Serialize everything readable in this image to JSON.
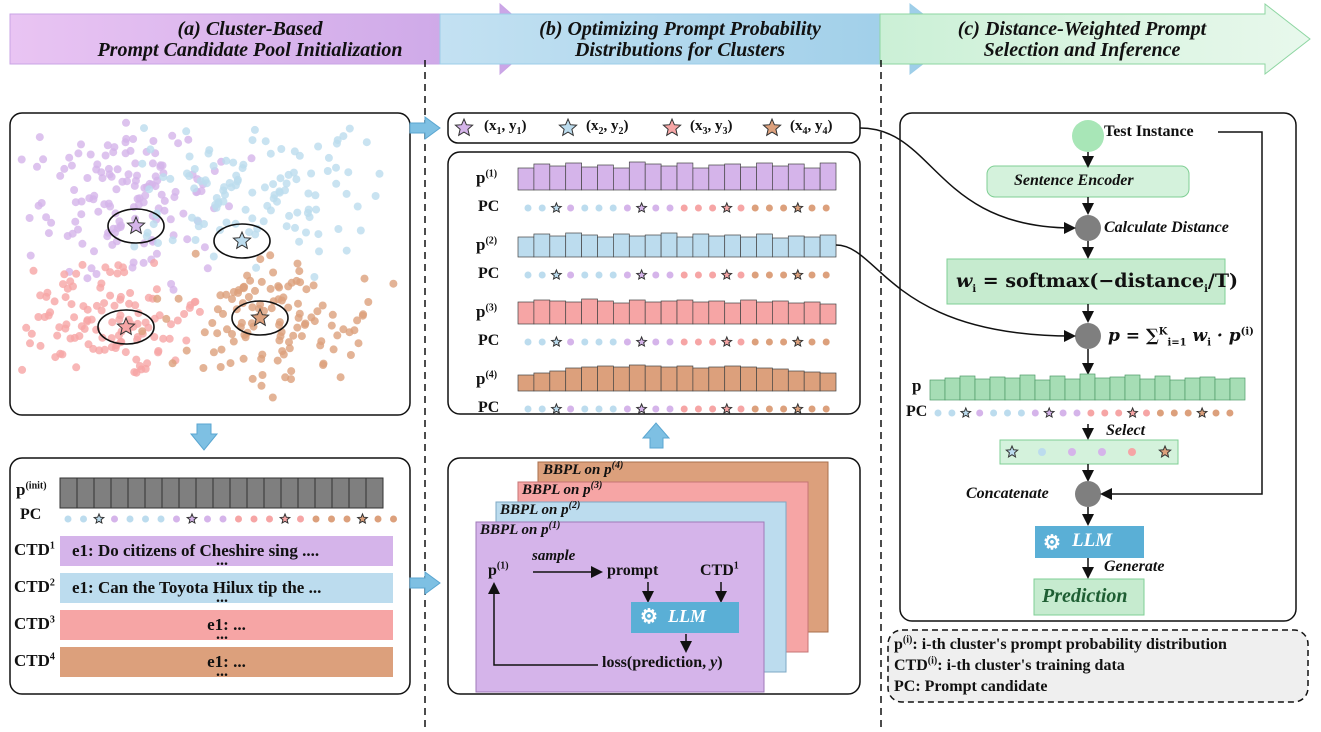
{
  "headers": {
    "a_line1": "(a) Cluster-Based",
    "a_line2": "Prompt Candidate Pool Initialization",
    "b_line1": "(b) Optimizing Prompt Probability",
    "b_line2": "Distributions for Clusters",
    "c_line1": "(c) Distance-Weighted Prompt",
    "c_line2": "Selection and Inference"
  },
  "panel_a": {
    "p_init_label": "p",
    "p_init_sup": "(init)",
    "pc_label": "PC",
    "ctd_label": "CTD",
    "ctd_rows": [
      {
        "sup": "1",
        "text": "e1: Do citizens of Cheshire sing ....",
        "dots": "...",
        "color": "#d5b4ea"
      },
      {
        "sup": "2",
        "text": "e1: Can the Toyota Hilux tip the ...",
        "dots": "...",
        "color": "#bcdcee"
      },
      {
        "sup": "3",
        "text": "e1: ...",
        "dots": "...",
        "color": "#f6a5a5"
      },
      {
        "sup": "4",
        "text": "e1: ...",
        "dots": "...",
        "color": "#dca07c"
      }
    ]
  },
  "panel_b": {
    "examples": [
      "(x",
      "1",
      ", y",
      "1",
      ")",
      "(x",
      "2",
      ", y",
      "2",
      ")",
      "(x",
      "3",
      ", y",
      "3",
      ")",
      "(x",
      "4",
      ", y",
      "4",
      ")"
    ],
    "p_label": "p",
    "pc_label": "PC",
    "dist_sups": [
      "(1)",
      "(2)",
      "(3)",
      "(4)"
    ],
    "bbpl_prefix": "BBPL on p",
    "bbpl_sups": [
      "(4)",
      "(3)",
      "(2)",
      "(1)"
    ],
    "sample": "sample",
    "prompt": "prompt",
    "ctd": "CTD",
    "ctd_sup": "1",
    "llm": "LLM",
    "loss": "loss(prediction, ",
    "loss_y": "y",
    "loss_close": ")"
  },
  "panel_c": {
    "test_instance": "Test Instance",
    "sentence_encoder": "Sentence Encoder",
    "calculate_distance": "Calculate Distance",
    "weight_formula_lhs": "w",
    "weight_formula_sub": "i",
    "weight_formula_rhs": " = softmax(−distance",
    "weight_formula_sub2": "i",
    "weight_formula_end": "/T)",
    "sum_formula": "p = ∑",
    "sum_sup": "K",
    "sum_sub": "i=1",
    "sum_tail": " w",
    "sum_tail_sub": "i",
    "sum_tail2": " · p",
    "sum_tail_sup": "(i)",
    "p_label": "p",
    "pc_label": "PC",
    "select": "Select",
    "concatenate": "Concatenate",
    "llm": "LLM",
    "generate": "Generate",
    "prediction": "Prediction"
  },
  "legend": {
    "line1_sym": "p",
    "line1_sup": "(i)",
    "line1_text": ": i-th cluster's prompt probability distribution",
    "line2_sym": "CTD",
    "line2_sup": "(i)",
    "line2_text": ": i-th cluster's training data",
    "line3": "PC: Prompt candidate"
  },
  "colors": {
    "purple": "#d5b4ea",
    "blue": "#bcdcee",
    "red": "#f6a5a5",
    "orange": "#dca07c",
    "green": "#c6ebcf",
    "gray": "#7f7f7f",
    "llm_blue": "#5aafd6"
  }
}
